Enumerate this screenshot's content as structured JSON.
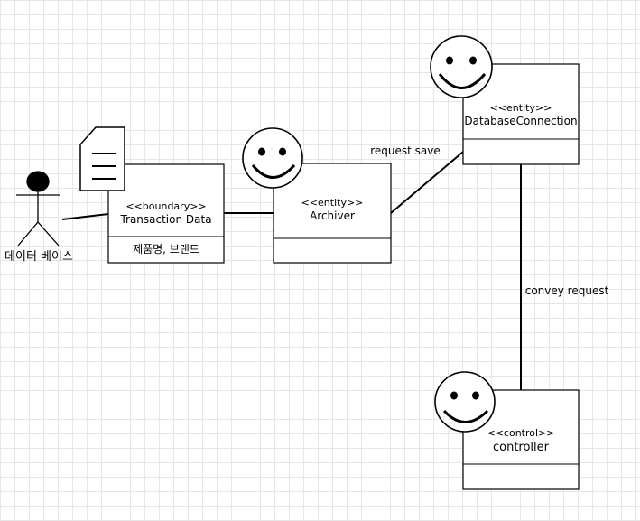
{
  "actor": {
    "label": "데이터 베이스"
  },
  "transaction": {
    "stereotype": "<<boundary>>",
    "name": "Transaction Data",
    "attributes": "제품명, 브랜드"
  },
  "archiver": {
    "stereotype": "<<entity>>",
    "name": "Archiver"
  },
  "database": {
    "stereotype": "<<entity>>",
    "name": "DatabaseConnection"
  },
  "controller": {
    "stereotype": "<<control>>",
    "name": "controller"
  },
  "edges": {
    "request_save": "request save",
    "convey_request": "convey request"
  }
}
